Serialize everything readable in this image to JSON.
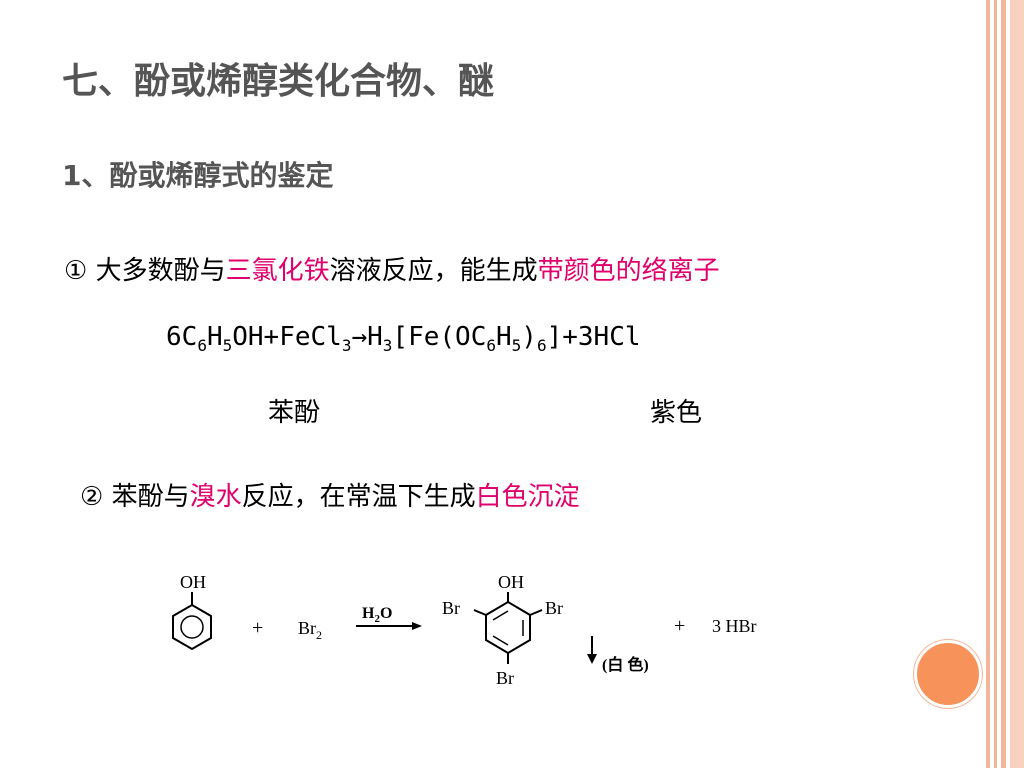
{
  "title": "七、酚或烯醇类化合物、醚",
  "subtitle": "1、酚或烯醇式的鉴定",
  "item1": {
    "marker": "①",
    "text_a": "大多数酚与",
    "hl_a": "三氯化铁",
    "text_b": "溶液反应，能生成",
    "hl_b": "带颜色的络离子"
  },
  "equation": {
    "p1": "6C",
    "s1": "6",
    "p2": "H",
    "s2": "5",
    "p3": "OH+FeCl",
    "s3": "3",
    "arrow": "→",
    "p4": "H",
    "s4": "3",
    "p5": "[Fe(OC",
    "s5": "6",
    "p6": "H",
    "s6": "5",
    "p7": ")",
    "s7": "6",
    "p8": "]+3HCl"
  },
  "labels": {
    "reactant": "苯酚",
    "product": "紫色"
  },
  "item2": {
    "marker": "②",
    "text_a": "苯酚与",
    "hl_a": "溴水",
    "text_b": "反应，在常温下生成",
    "hl_b": "白色沉淀"
  },
  "reaction": {
    "oh": "OH",
    "plus": "+",
    "br2": "Br",
    "br2_sub": "2",
    "condition": "H",
    "condition_sub": "2",
    "condition_tail": "O",
    "product_oh": "OH",
    "br": "Br",
    "precip_note": "(白 色)",
    "hbr": "3  HBr"
  },
  "colors": {
    "accent": "#e0006c",
    "title": "#555555",
    "circle": "#f7935a",
    "stripe": "#f4b69a"
  }
}
